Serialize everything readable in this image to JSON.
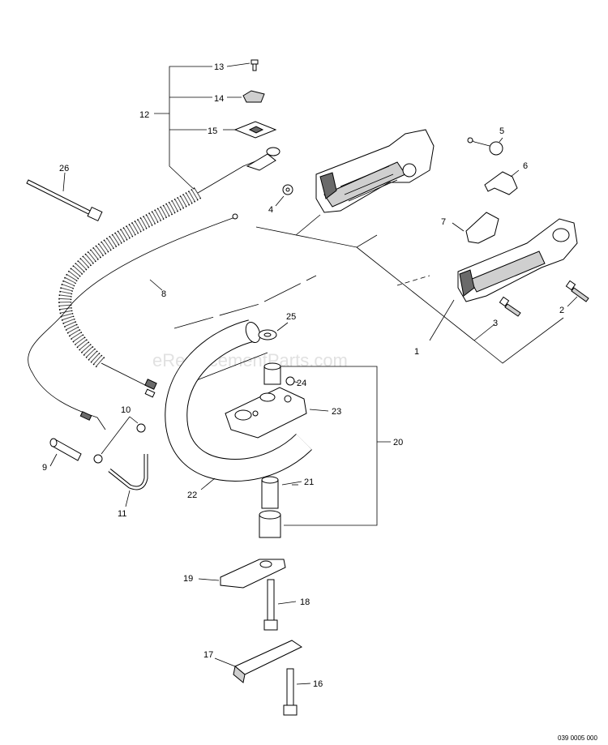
{
  "callouts": [
    "1",
    "2",
    "3",
    "4",
    "5",
    "6",
    "7",
    "8",
    "9",
    "10",
    "11",
    "12",
    "13",
    "14",
    "15",
    "16",
    "17",
    "18",
    "19",
    "20",
    "21",
    "22",
    "23",
    "24",
    "25",
    "26"
  ],
  "watermark": "eReplacementParts.com",
  "diagram_code": "039 0005 000"
}
